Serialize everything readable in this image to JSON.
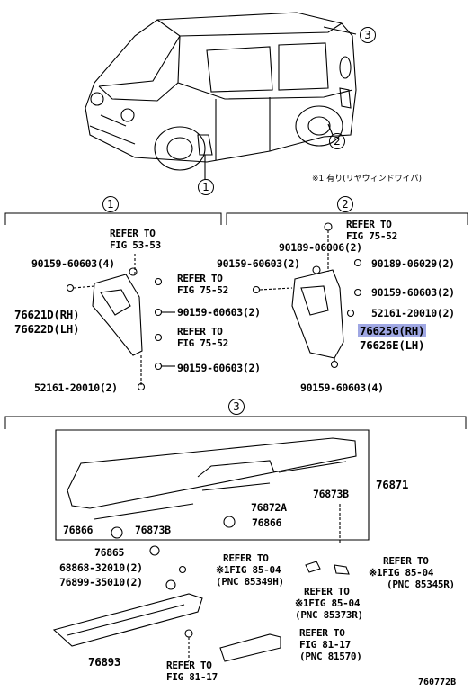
{
  "callouts": {
    "c1": "1",
    "c2": "2",
    "c3": "3"
  },
  "note": "※1 有り(リヤウィンドワイパ)",
  "section1": {
    "refer_a": [
      "REFER TO",
      "FIG 53-53"
    ],
    "refer_b": [
      "REFER TO",
      "FIG 75-52"
    ],
    "refer_c": [
      "REFER TO",
      "FIG 75-52"
    ],
    "p1": "90159-60603(4)",
    "p2": "90159-60603(2)",
    "p3": "90159-60603(2)",
    "p4": "52161-20010(2)",
    "rh": "76621D(RH)",
    "lh": "76622D(LH)"
  },
  "section2": {
    "refer_a": [
      "REFER TO",
      "FIG 75-52"
    ],
    "p1": "90189-06006(2)",
    "p2": "90159-60603(2)",
    "p3": "90189-06029(2)",
    "p4": "90159-60603(2)",
    "p5": "52161-20010(2)",
    "rh": "76625G(RH)",
    "lh": "76626E(LH)",
    "p6": "90159-60603(4)"
  },
  "section3": {
    "p76871": "76871",
    "p76873b_r": "76873B",
    "p76872a": "76872A",
    "p76866_l": "76866",
    "p76873b_l": "76873B",
    "p76866_r": "76866",
    "p76865": "76865",
    "p68868": "68868-32010(2)",
    "p76899": "76899-35010(2)",
    "p76893": "76893",
    "ref_85349": [
      "REFER TO",
      "※1FIG 85-04",
      "(PNC 85349H)"
    ],
    "ref_85373": [
      "REFER TO",
      "※1FIG 85-04",
      "(PNC 85373R)"
    ],
    "ref_85345": [
      "REFER TO",
      "※1FIG 85-04",
      "(PNC 85345R)"
    ],
    "ref_81570": [
      "REFER TO",
      "FIG 81-17",
      "(PNC 81570)"
    ],
    "ref_8117": [
      "REFER TO",
      "FIG 81-17"
    ]
  },
  "figure_code": "760772B",
  "colors": {
    "highlight": "#9fa7e3",
    "line": "#000000"
  }
}
